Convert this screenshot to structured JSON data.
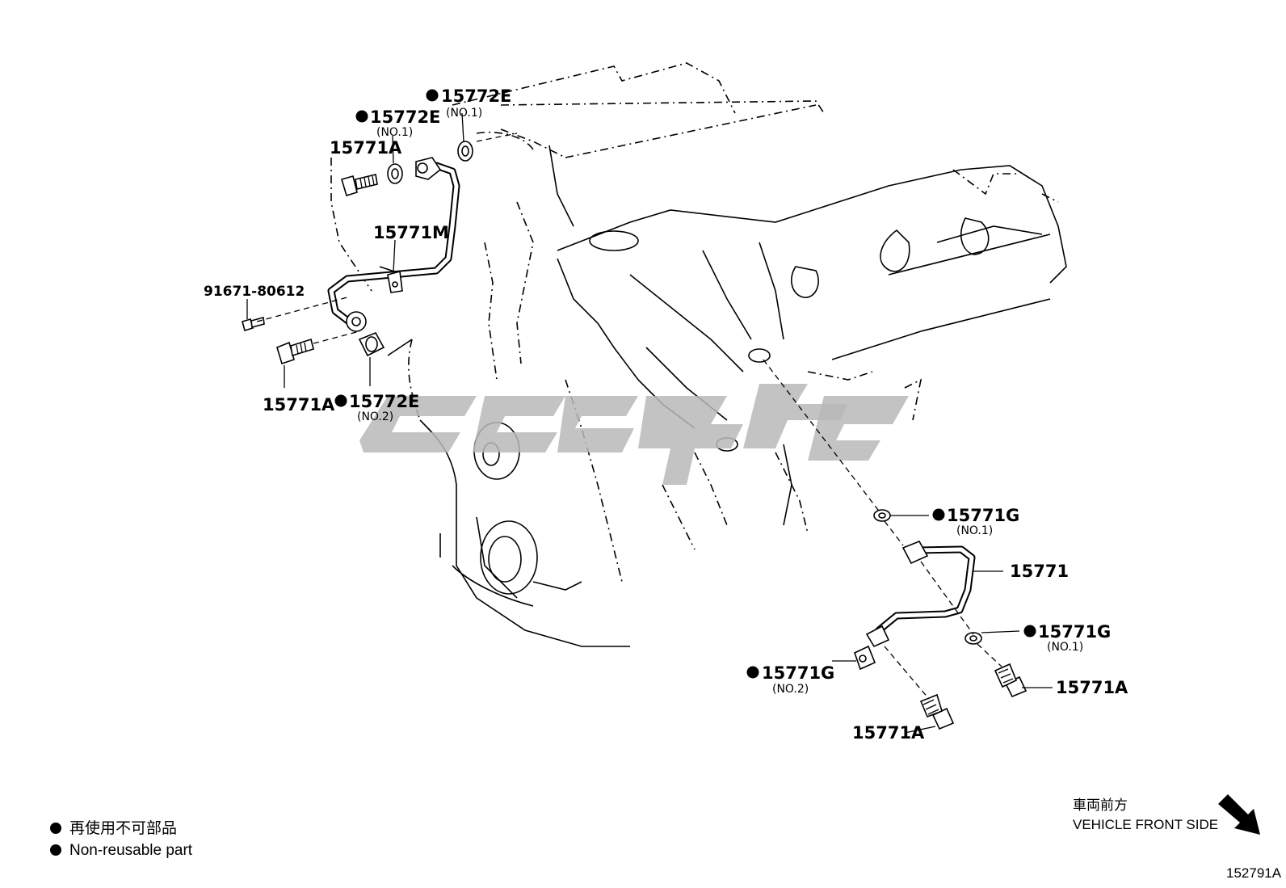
{
  "callouts": {
    "c_15772E_top": {
      "part": "15772E",
      "note": "(NO.1)"
    },
    "c_15772E_mid": {
      "part": "15772E",
      "note": "(NO.1)"
    },
    "c_15771A_top": {
      "part": "15771A"
    },
    "c_15771M": {
      "part": "15771M"
    },
    "c_91671": {
      "part": "91671-80612"
    },
    "c_15771A_left": {
      "part": "15771A"
    },
    "c_15772E_low": {
      "part": "15772E",
      "note": "(NO.2)"
    },
    "c_15771G_a": {
      "part": "15771G",
      "note": "(NO.1)"
    },
    "c_15771": {
      "part": "15771"
    },
    "c_15771G_b": {
      "part": "15771G",
      "note": "(NO.1)"
    },
    "c_15771G_c": {
      "part": "15771G",
      "note": "(NO.2)"
    },
    "c_15771A_r1": {
      "part": "15771A"
    },
    "c_15771A_r2": {
      "part": "15771A"
    }
  },
  "legend": {
    "line_jp": "再使用不可部品",
    "line_en": "Non-reusable part"
  },
  "front": {
    "jp": "車両前方",
    "en": "VEHICLE FRONT SIDE"
  },
  "reference": "152791A",
  "colors": {
    "ink": "#000000",
    "watermark": "#b8b8b8",
    "background": "#ffffff"
  }
}
